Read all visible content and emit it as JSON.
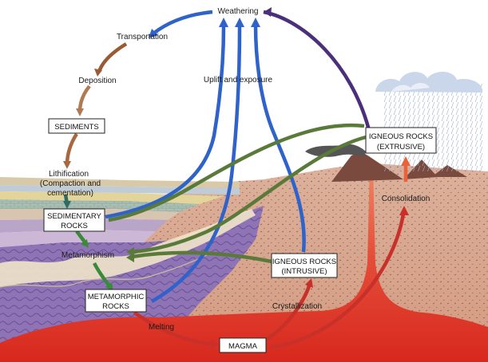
{
  "labels": {
    "weathering": "Weathering",
    "transportation": "Transportation",
    "deposition": "Deposition",
    "uplift": "Uplift and exposure",
    "lithification_1": "Lithification",
    "lithification_2": "(Compaction and",
    "lithification_3": "cementation)",
    "metamorphism": "Metamorphism",
    "melting": "Melting",
    "crystallization": "Crystallization",
    "consolidation": "Consolidation"
  },
  "boxes": {
    "sediments": "SEDIMENTS",
    "sedimentary_1": "SEDIMENTARY",
    "sedimentary_2": "ROCKS",
    "metamorphic_1": "METAMORPHIC",
    "metamorphic_2": "ROCKS",
    "igneous_int_1": "IGNEOUS ROCKS",
    "igneous_int_2": "(INTRUSIVE)",
    "igneous_ext_1": "IGNEOUS ROCKS",
    "igneous_ext_2": "(EXTRUSIVE)",
    "magma": "MAGMA"
  },
  "icons": {
    "cloud": "rain-cloud-icon",
    "volcano": "volcano-icon",
    "smoke": "smoke-plume-icon"
  },
  "colors": {
    "uplift_arrow": "#2f63c9",
    "weathering_arrow": "#4b2f7a",
    "sediment_arrow": "#9a5a34",
    "metamorphism_arrow": "#5a7a3a",
    "metamorphic_arrow": "#3a8a3a",
    "magma_arrow": "#c8302a",
    "consolidation_arrow": "#e8633a",
    "magma_fill": "#e23a2a",
    "crust_fill": "#d9a58c",
    "metamorphic_fill": "#8f74b5"
  }
}
